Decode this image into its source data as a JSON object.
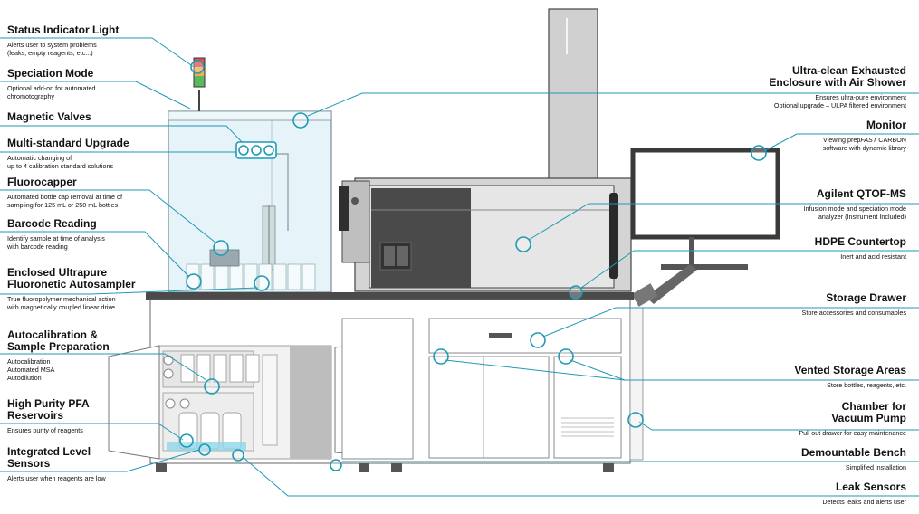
{
  "colors": {
    "accent": "#1f9ab5",
    "frame": "#3c3c3c",
    "panel": "#d9d9d9",
    "glass": "#dff0f7"
  },
  "left_callouts": [
    {
      "id": "status-indicator-light",
      "title": "Status Indicator Light",
      "desc": "Alerts user to system problems\n(leaks, empty reagents, etc...)"
    },
    {
      "id": "speciation-mode",
      "title": "Speciation Mode",
      "desc": "Optional add-on for automated\nchromotography"
    },
    {
      "id": "magnetic-valves",
      "title": "Magnetic Valves",
      "desc": ""
    },
    {
      "id": "multi-standard-upgrade",
      "title": "Multi-standard Upgrade",
      "desc": "Automatic changing of\nup to 4 calibration standard solutions"
    },
    {
      "id": "fluorocapper",
      "title": "Fluorocapper",
      "desc": "Automated bottle cap removal at time of\nsampling for 125 mL or 250 mL bottles"
    },
    {
      "id": "barcode-reading",
      "title": "Barcode Reading",
      "desc": "Identify sample at time of analysis\nwith barcode reading"
    },
    {
      "id": "enclosed-autosampler",
      "title": "Enclosed Ultrapure\nFluoronetic Autosampler",
      "desc": "True fluoropolymer mechanical action\nwith magnetically coupled linear drive"
    },
    {
      "id": "autocalibration",
      "title": "Autocalibration &\nSample Preparation",
      "desc": "Autocalibration\nAutomated MSA\nAutodilution"
    },
    {
      "id": "pfa-reservoirs",
      "title": "High Purity PFA\nReservoirs",
      "desc": "Ensures purity of reagents"
    },
    {
      "id": "level-sensors",
      "title": "Integrated Level\nSensors",
      "desc": "Alerts user when reagents are low"
    }
  ],
  "right_callouts": [
    {
      "id": "exhausted-enclosure",
      "title": "Ultra-clean Exhausted\nEnclosure with Air Shower",
      "desc": "Ensures ultra-pure environment\nOptional upgrade – ULPA filtered environment"
    },
    {
      "id": "monitor",
      "title": "Monitor",
      "desc_pre": "Viewing prep",
      "desc_em": "FAST",
      "desc_post": " CARBON\nsoftware with dynamic library"
    },
    {
      "id": "agilent-qtof-ms",
      "title": "Agilent QTOF-MS",
      "desc": "Infusion mode and speciation mode\nanalyzer (Instrument Included)"
    },
    {
      "id": "hdpe-countertop",
      "title": "HDPE Countertop",
      "desc": "Inert and acid resistant"
    },
    {
      "id": "storage-drawer",
      "title": "Storage Drawer",
      "desc": "Store accessories and consumables"
    },
    {
      "id": "vented-storage-areas",
      "title": "Vented Storage Areas",
      "desc": "Store bottles, reagents, etc."
    },
    {
      "id": "chamber-vacuum-pump",
      "title": "Chamber for\nVacuum Pump",
      "desc": "Pull out drawer for easy maintenance"
    },
    {
      "id": "demountable-bench",
      "title": "Demountable Bench",
      "desc": "Simplified installation"
    },
    {
      "id": "leak-sensors",
      "title": "Leak Sensors",
      "desc": "Detects leaks and alerts user"
    }
  ]
}
